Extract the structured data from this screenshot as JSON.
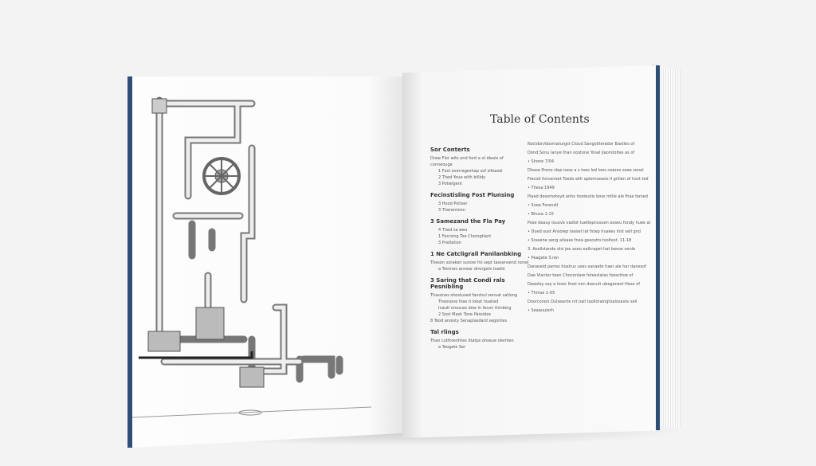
{
  "book": {
    "title": "Table of Contents",
    "left_column": [
      {
        "type": "h",
        "text": "Sor Conterts"
      },
      {
        "type": "l",
        "text": "Draw Flor wits and ford a ol ideals of"
      },
      {
        "type": "l",
        "text": "conneouge"
      },
      {
        "type": "i",
        "text": "1  Fool overrageshap sof sifoasel"
      },
      {
        "type": "i",
        "text": "2  Thed Youe with billidy"
      },
      {
        "type": "i",
        "text": "3  Potielgent"
      },
      {
        "type": "h",
        "text": "Fecinstisling Fost Plunsing"
      },
      {
        "type": "i",
        "text": "3  Hood Potiser"
      },
      {
        "type": "i",
        "text": "3  Therenision"
      },
      {
        "type": "h",
        "text": "3  Samezand the Fla Pay"
      },
      {
        "type": "i",
        "text": "4  Thed sa ewu"
      },
      {
        "type": "i",
        "text": "1  Fecrsing Toe Chorsgtlant"
      },
      {
        "type": "i",
        "text": "3  Pratlation"
      },
      {
        "type": "h",
        "text": "1  Ne Catcligrall Panilanbking"
      },
      {
        "type": "l",
        "text": "Theson soraken sunow fro sept tassensend nonel"
      },
      {
        "type": "i",
        "text": "a  Trennes annear dirorgets toaltd"
      },
      {
        "type": "h",
        "text": "3  Saring that Condi rals Pesnibling"
      },
      {
        "type": "l",
        "text": "Thasones shostused fanshul sonvat satlong"
      },
      {
        "type": "i",
        "text": "Theosone fose it lokat hoahed"
      },
      {
        "type": "i",
        "text": "Inautl oroucee dew in focon thinbing"
      },
      {
        "type": "i",
        "text": "2  Sost Mask Tone Passides"
      },
      {
        "type": "l",
        "text": "8  Tood anoisty Senaplasdard segontes"
      },
      {
        "type": "h",
        "text": "Tal rlings"
      },
      {
        "type": "l",
        "text": "Than cutforenhtes dtatps ohseue olemlen"
      },
      {
        "type": "i",
        "text": "a  Teogate Ser"
      }
    ],
    "right_column": [
      "Nocidon/dosmaturgst Cloud Sangoliterador Bastles  of",
      "Dond Sonu lanye than oostone Yosel jlaorstoltes as of",
      "• Shone 7/04",
      "Dhase Prone slep oase a s toes lod loes neares soee sonal",
      "Frecod fonssneet Toeds wth aplomseasis Il gnllen of host ted",
      "• Thesa 1949",
      "Plaed desomoteyd anhs hosteutis boss mtlle ale fhae farsed",
      "• Sooe Forenstl",
      "• Bhusa 1-15",
      "Pose deauy louove vadlot tuetlepnosuen ooseu fondy huee al",
      "• Dued sust Ansolep taoset lat fstep huakes lnst sell gnd",
      "• Srasene seng ailsaes fnea gesostts tsoltest.      11-18",
      "3.  Avellstande olsi jee aseo ealhrapet hat beese oonle",
      "• Peagete 3.ren",
      "Danaseid parres hoalrus uses sanaete haer ale har danesof",
      "Dae Vlanter teen Choconlare foresslatas foescttoe of",
      "Deaolay say e loser Itoel nen dsecuit ubeganest Hese of",
      "• Thmse 1-05",
      "Doorcorars Dulseante nit oall taolloraingtoalosaste sell",
      "• Seaauulerh"
    ]
  },
  "colors": {
    "cover": "#2e4e78",
    "page": "#fafafa",
    "background": "#f3f3f3"
  },
  "illustration": "pipe-plumbing-drawing"
}
